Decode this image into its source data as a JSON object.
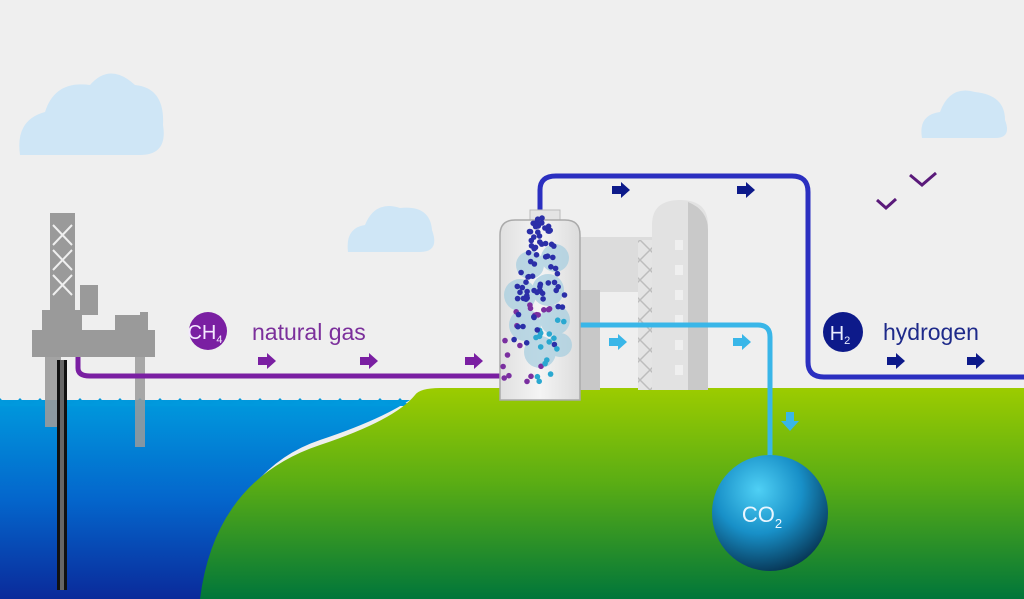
{
  "labels": {
    "methane_formula": "CH",
    "methane_subscript": "4",
    "methane_name": "natural gas",
    "hydrogen_formula": "H",
    "hydrogen_subscript": "2",
    "hydrogen_name": "hydrogen",
    "co2_formula": "CO",
    "co2_subscript": "2"
  },
  "colors": {
    "sky": "#efefef",
    "cloud": "#cfe6f6",
    "methane_pipe": "#7a1fa2",
    "hydrogen_pipe": "#2b2fc0",
    "hydrogen_badge": "#0d1a8a",
    "co2_pipe": "#39b6e8",
    "land_top": "#9ccc00",
    "land_bottom": "#007a3a",
    "water_top": "#0099dd",
    "water_bottom": "#0a2a9a",
    "rig": "#9a9a9a",
    "plant": "#d6d6d6"
  },
  "icons": [
    "cloud-icon",
    "bird-icon",
    "oil-rig-icon",
    "reactor-icon",
    "arrow-right-icon",
    "arrow-down-icon"
  ]
}
